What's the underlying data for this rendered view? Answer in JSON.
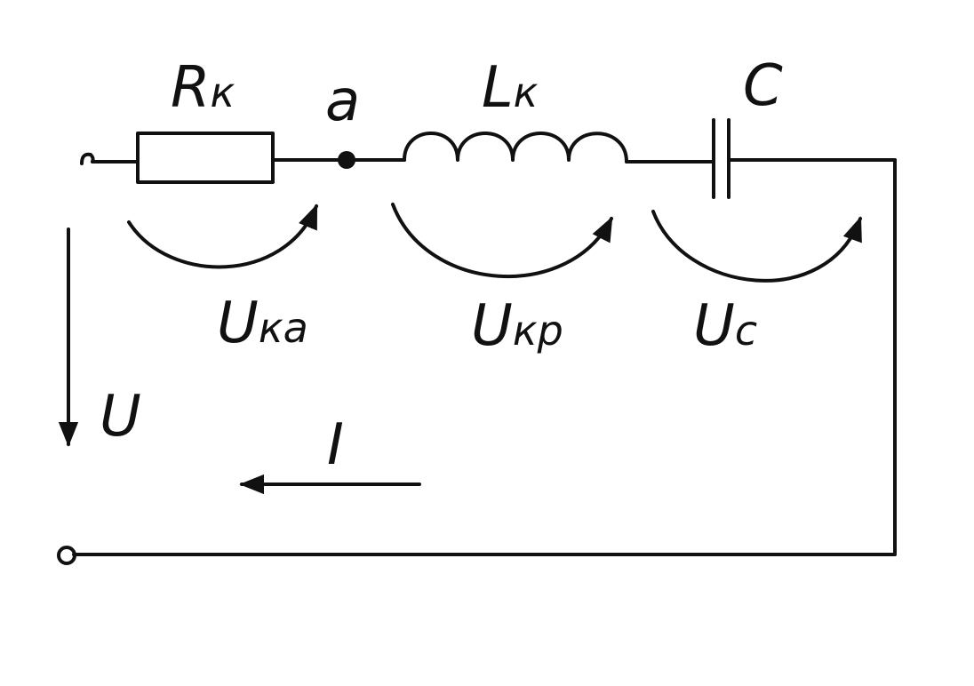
{
  "labels": {
    "resistor": {
      "main": "R",
      "sub": "к"
    },
    "node": "a",
    "inductor": {
      "main": "L",
      "sub": "к"
    },
    "capacitor": "C",
    "voltage_ka": {
      "main": "U",
      "sub": "ка"
    },
    "voltage_kp": {
      "main": "U",
      "sub": "кр"
    },
    "voltage_c": {
      "main": "U",
      "sub": "c"
    },
    "supply_voltage": "U",
    "current": "I"
  }
}
